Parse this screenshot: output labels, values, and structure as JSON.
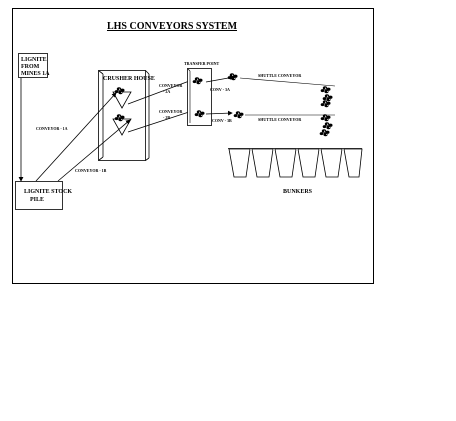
{
  "title": "LHS CONVEYORS SYSTEM",
  "source": {
    "line1": "LIGNITE",
    "line2": "FROM",
    "line3": "MINES 1A"
  },
  "crusher": "CRUSHER HOUSE",
  "transfer_point": "TRANSFER POINT",
  "stock_pile": {
    "line1": "LIGNITE STOCK",
    "line2": "PILE"
  },
  "conveyors": {
    "c1a": "CONVEYOR - 1A",
    "c1b": "CONVEYOR - 1B",
    "c2a": {
      "line1": "CONVEYOR",
      "line2": "- 2A"
    },
    "c2b": {
      "line1": "CONVEYOR",
      "line2": "- 2B"
    },
    "c3a": "CONV - 3A",
    "c3b": "CONV - 3B",
    "shuttle_top": "SHUTTLE CONVEYOR",
    "shuttle_bottom": "SHUTTLE CONVEYOR"
  },
  "bunkers": "BUNKERS"
}
